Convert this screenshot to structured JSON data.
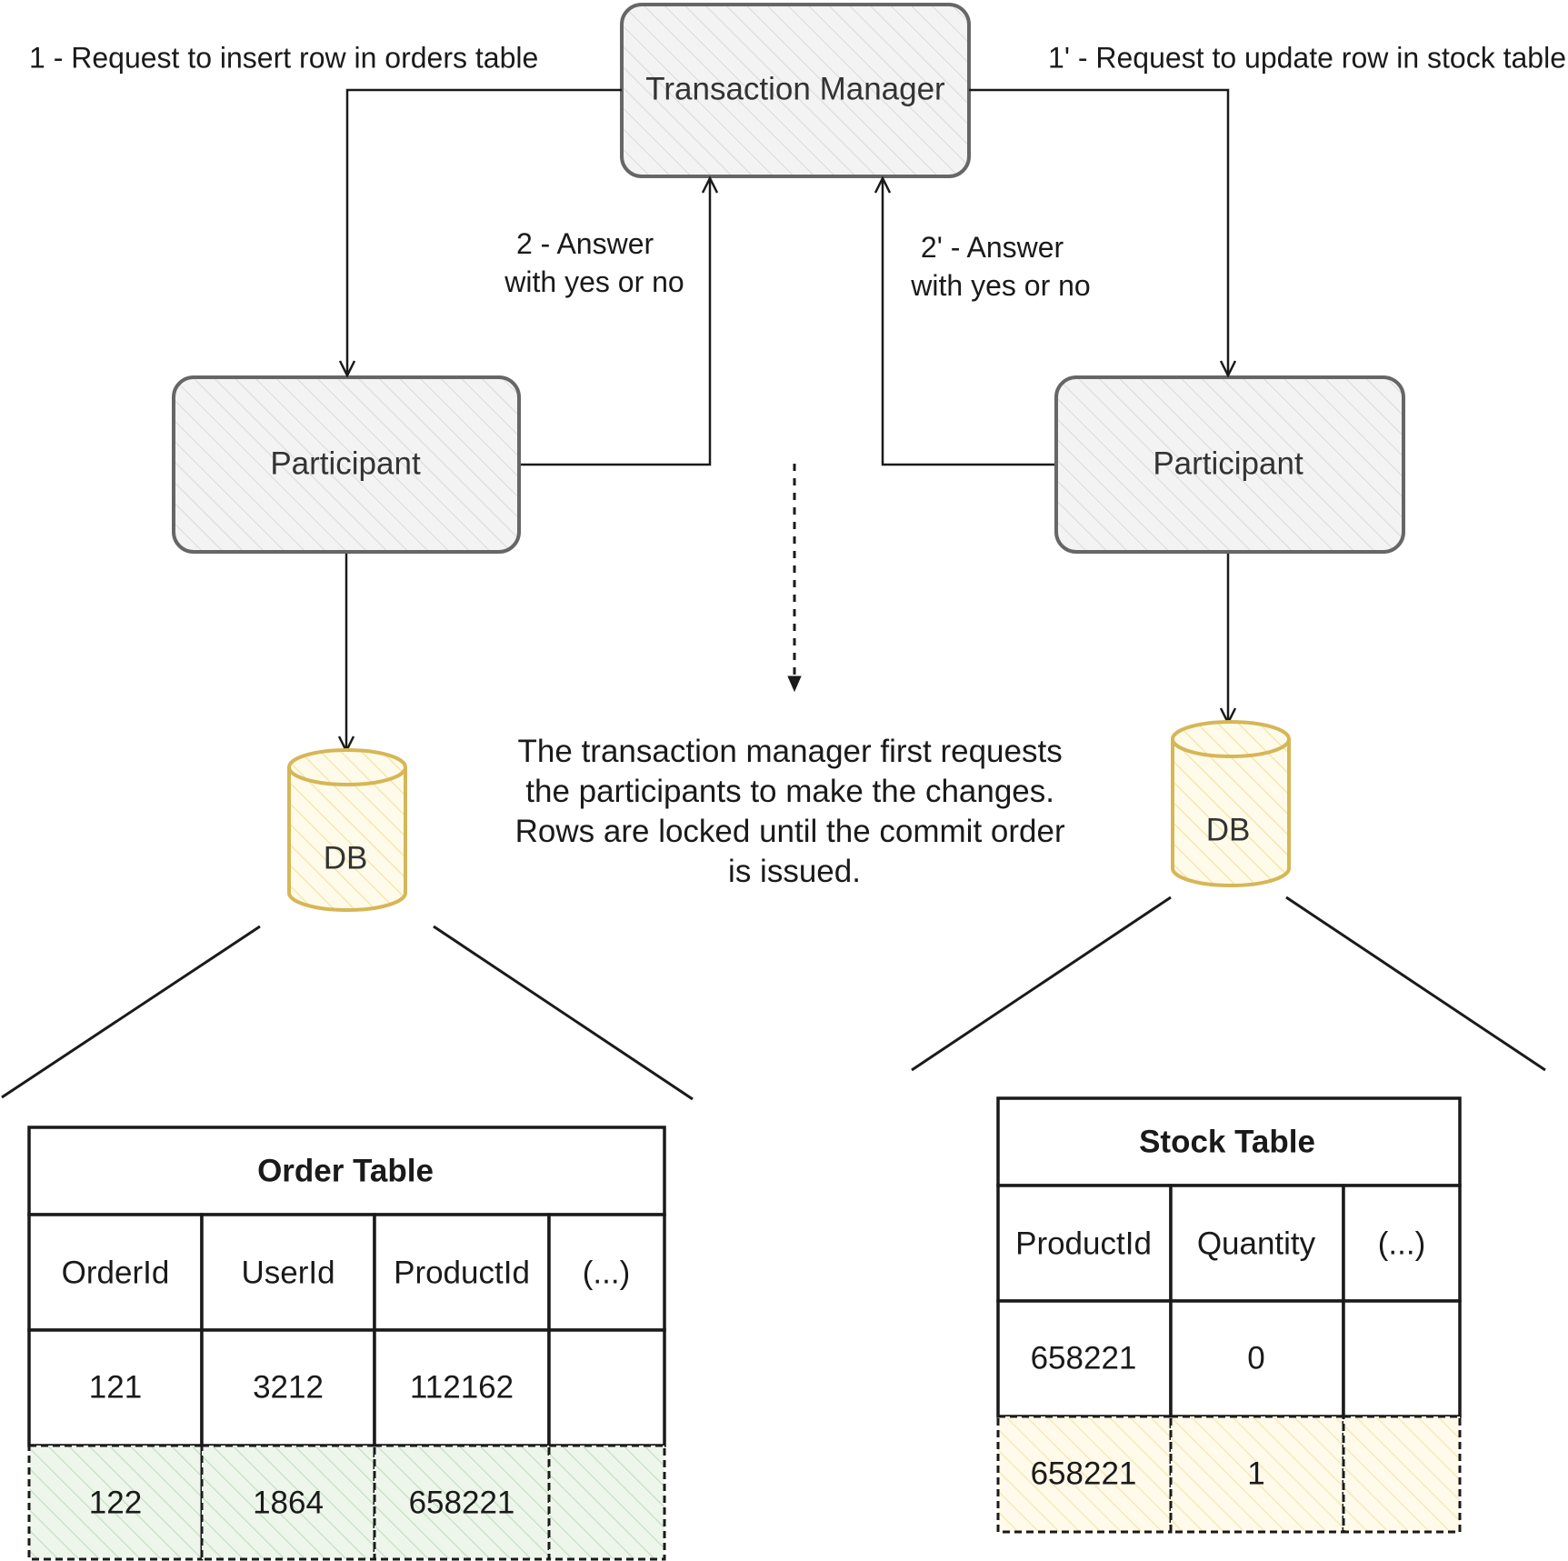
{
  "nodes": {
    "manager": "Transaction Manager",
    "participant_left": "Participant",
    "participant_right": "Participant",
    "db_left": "DB",
    "db_right": "DB"
  },
  "edges": {
    "request_left": "1 - Request to insert row in orders table",
    "request_right": "1' - Request to update row in stock table",
    "answer_left": [
      "2 - Answer",
      "with yes or no"
    ],
    "answer_right": [
      "2' - Answer",
      "with yes or no"
    ]
  },
  "note": [
    "The transaction manager first requests",
    "the participants to make the changes.",
    "Rows are locked until the commit order",
    "is issued."
  ],
  "order_table": {
    "title": "Order Table",
    "headers": [
      "OrderId",
      "UserId",
      "ProductId",
      "(...)"
    ],
    "rows": [
      [
        "121",
        "3212",
        "112162",
        ""
      ],
      [
        "122",
        "1864",
        "658221",
        ""
      ]
    ]
  },
  "stock_table": {
    "title": "Stock Table",
    "headers": [
      "ProductId",
      "Quantity",
      "(...)"
    ],
    "rows": [
      [
        "658221",
        "0",
        ""
      ],
      [
        "658221",
        "1",
        ""
      ]
    ]
  },
  "colors": {
    "node_fill": "#f1f1f1",
    "node_stroke": "#666666",
    "db_stroke": "#d6b656",
    "db_fill": "#fff2cc",
    "locked_green": "#d5e8d4",
    "locked_yellow": "#fff2cc"
  }
}
